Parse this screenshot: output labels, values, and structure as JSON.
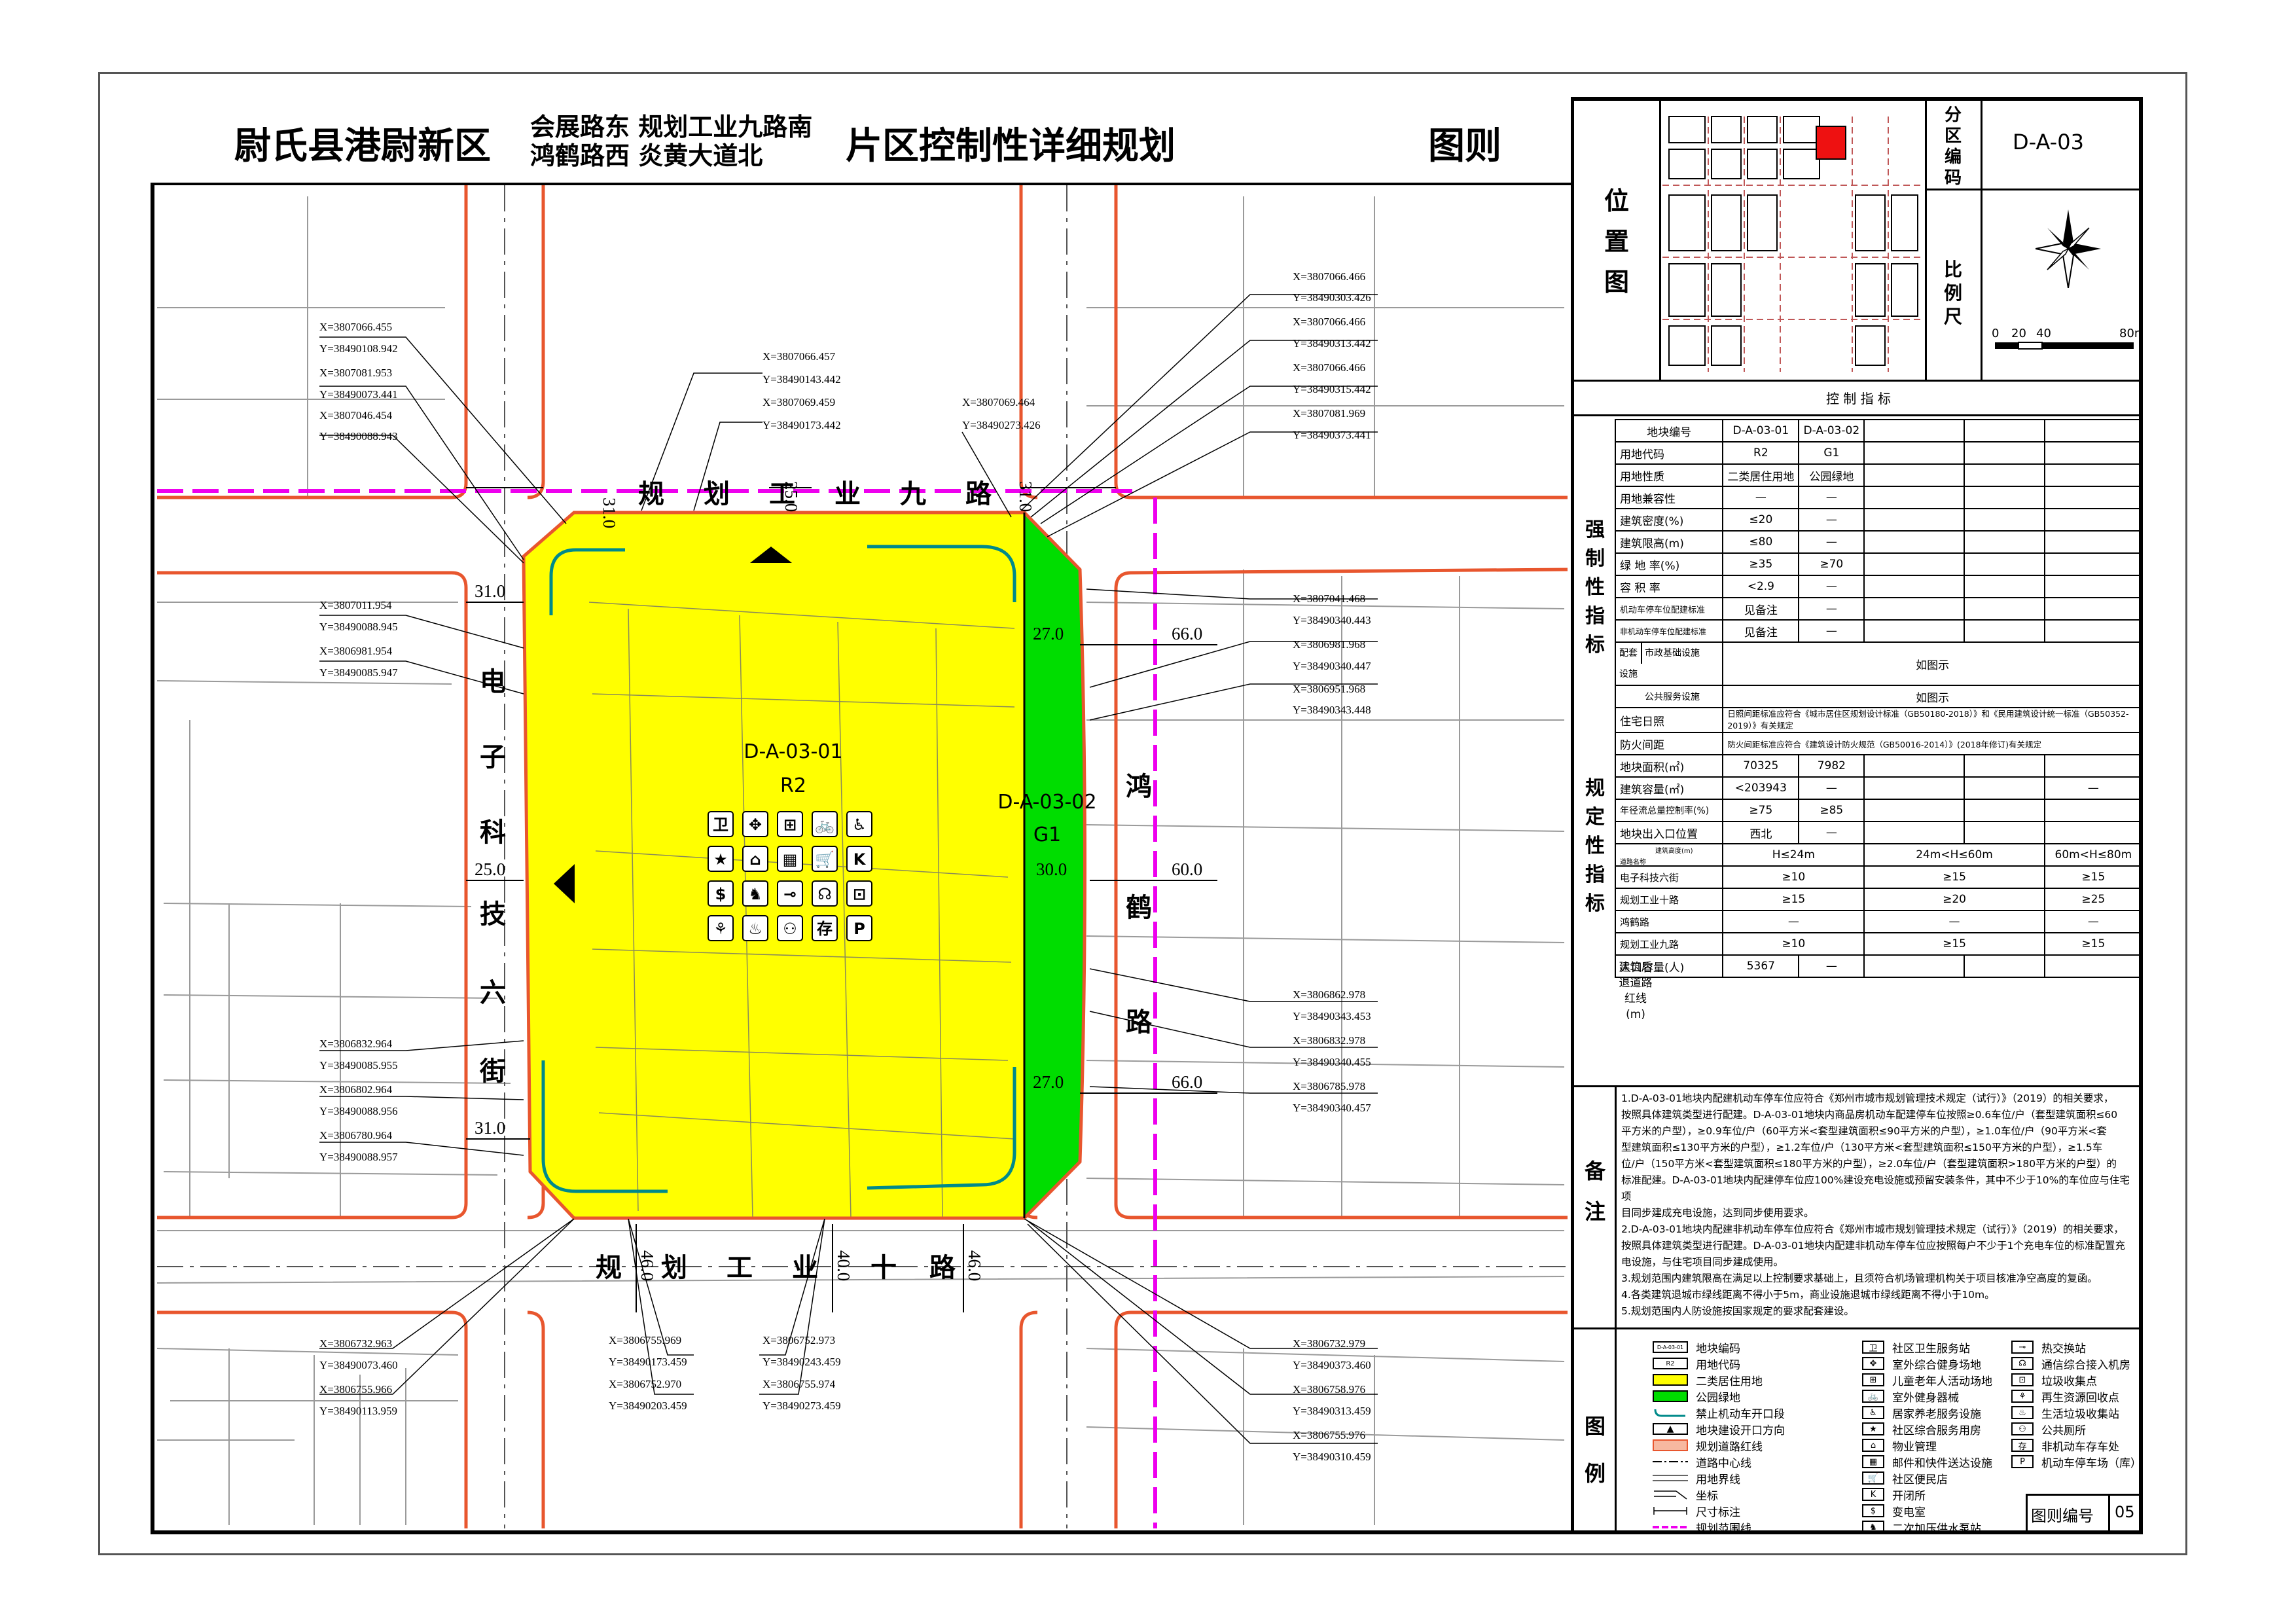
{
  "title": {
    "county": "尉氏县港尉新区",
    "loc_line1": "会展路东  规划工业九路南",
    "loc_line2": "鸿鹤路西  炎黄大道北",
    "plan_name": "片区控制性详细规划",
    "sheet_type": "图则"
  },
  "map": {
    "roads": {
      "north": [
        "规",
        "划",
        "工",
        "业",
        "九",
        "路"
      ],
      "south": [
        "规",
        "划",
        "工",
        "业",
        "十",
        "路"
      ],
      "west": [
        "电",
        "子",
        "科",
        "技",
        "六",
        "街"
      ],
      "east": [
        "鸿",
        "鹤",
        "路"
      ]
    },
    "dimensions": {
      "n_left": "31.0",
      "n_mid": "25.0",
      "n_right": "31.0",
      "w_top": "31.0",
      "w_mid": "25.0",
      "w_bot": "31.0",
      "e_top_in": "27.0",
      "e_top_out": "66.0",
      "e_mid_in": "30.0",
      "e_mid_out": "60.0",
      "e_bot_in": "27.0",
      "e_bot_out": "66.0",
      "s_left": "46.0",
      "s_mid": "40.0",
      "s_right": "46.0"
    },
    "parcels": {
      "r2_code": "D-A-03-01",
      "r2_use": "R2",
      "g1_code": "D-A-03-02",
      "g1_use": "G1"
    },
    "facility_icons": [
      "卫",
      "✥",
      "⊞",
      "🚲",
      "♿",
      "★",
      "⌂",
      "▦",
      "🛒",
      "K",
      "$",
      "♞",
      "⊸",
      "☊",
      "⊡",
      "⚘",
      "♨",
      "⚇",
      "存",
      "P"
    ],
    "coords": {
      "nw": [
        "X=3807066.455",
        "Y=38490108.942",
        "X=3807081.953",
        "Y=38490073.441",
        "X=3807046.454",
        "Y=38490088.943"
      ],
      "n_mid": [
        "X=3807066.457",
        "Y=38490143.442",
        "X=3807069.459",
        "Y=38490173.442"
      ],
      "n_right": [
        "X=3807069.464",
        "Y=38490273.426"
      ],
      "ne": [
        "X=3807066.466",
        "Y=38490303.426",
        "X=3807066.466",
        "Y=38490313.442",
        "X=3807066.466",
        "Y=38490315.442",
        "X=3807081.969",
        "Y=38490373.441"
      ],
      "w_top": [
        "X=3807011.954",
        "Y=38490088.945",
        "X=3806981.954",
        "Y=38490085.947"
      ],
      "e_top": [
        "X=3807041.468",
        "Y=38490340.443",
        "X=3806981.968",
        "Y=38490340.447",
        "X=3806951.968",
        "Y=38490343.448"
      ],
      "e_bot": [
        "X=3806862.978",
        "Y=38490343.453",
        "X=3806832.978",
        "Y=38490340.455",
        "X=3806785.978",
        "Y=38490340.457"
      ],
      "w_bot": [
        "X=3806832.964",
        "Y=38490085.955",
        "X=3806802.964",
        "Y=38490088.956",
        "X=3806780.964",
        "Y=38490088.957"
      ],
      "sw": [
        "X=3806732.963",
        "Y=38490073.460",
        "X=3806755.966",
        "Y=38490113.959"
      ],
      "s_left": [
        "X=3806755.969",
        "Y=38490173.459",
        "X=3806752.970",
        "Y=38490203.459"
      ],
      "s_mid": [
        "X=3806752.973",
        "Y=38490243.459",
        "X=3806755.974",
        "Y=38490273.459"
      ],
      "se": [
        "X=3806732.979",
        "Y=38490373.460",
        "X=3806758.976",
        "Y=38490313.459",
        "X=3806755.976",
        "Y=38490310.459"
      ]
    }
  },
  "location_panel": {
    "label": [
      "位",
      "置",
      "图"
    ],
    "zone_label": [
      "分",
      "区",
      "编",
      "码"
    ],
    "zone_code": "D-A-03",
    "scale_label": [
      "比",
      "例",
      "尺"
    ],
    "scale_ticks": [
      "0",
      "20",
      "40",
      "80m"
    ]
  },
  "indicators": {
    "title": "控 制 指 标",
    "header": {
      "label": "地块编号",
      "c1": "D-A-03-01",
      "c2": "D-A-03-02"
    },
    "mandatory_label": [
      "强",
      "制",
      "性",
      "指",
      "标"
    ],
    "mandatory": [
      {
        "label": "用地代码",
        "c1": "R2",
        "c2": "G1"
      },
      {
        "label": "用地性质",
        "c1": "二类居住用地",
        "c2": "公园绿地"
      },
      {
        "label": "用地兼容性",
        "c1": "—",
        "c2": "—"
      },
      {
        "label": "建筑密度(%)",
        "c1": "≤20",
        "c2": "—"
      },
      {
        "label": "建筑限高(m)",
        "c1": "≤80",
        "c2": "—"
      },
      {
        "label": "绿 地 率(%)",
        "c1": "≥35",
        "c2": "≥70"
      },
      {
        "label": "容 积 率",
        "c1": "<2.9",
        "c2": "—"
      },
      {
        "label": "机动车停车位配建标准",
        "c1": "见备注",
        "c2": "—"
      },
      {
        "label": "非机动车停车位配建标准",
        "c1": "见备注",
        "c2": "—"
      }
    ],
    "facility_group": "配套设施",
    "facility_rows": [
      {
        "label": "市政基础设施",
        "value": "如图示"
      },
      {
        "label": "公共服务设施",
        "value": "如图示"
      }
    ],
    "sunlight": {
      "label": "住宅日照",
      "value": "日照间距标准应符合《城市居住区规划设计标准（GB50180-2018）》和《民用建筑设计统一标准（GB50352-2019）》有关规定"
    },
    "fire": {
      "label": "防火间距",
      "value": "防火间距标准应符合《建筑设计防火规范（GB50016-2014）》(2018年修订)有关规定"
    },
    "regulatory_label": [
      "规",
      "定",
      "性",
      "指",
      "标"
    ],
    "regulatory": [
      {
        "label": "地块面积(㎡)",
        "c1": "70325",
        "c2": "7982"
      },
      {
        "label": "建筑容量(㎡)",
        "c1": "<203943",
        "c2": "—"
      },
      {
        "label": "年径流总量控制率(%)",
        "c1": "≥75",
        "c2": "≥85"
      },
      {
        "label": "地块出入口位置",
        "c1": "西北",
        "c2": "—"
      }
    ],
    "setback": {
      "group": "建筑后退道路红线(m)",
      "corner_top": "建筑高度(m)",
      "corner_bottom": "道路名称",
      "h_headers": [
        "H≤24m",
        "24m<H≤60m",
        "60m<H≤80m"
      ],
      "rows": [
        {
          "road": "电子科技六街",
          "v": [
            "≥10",
            "≥15",
            "≥15"
          ]
        },
        {
          "road": "规划工业十路",
          "v": [
            "≥15",
            "≥20",
            "≥25"
          ]
        },
        {
          "road": "鸿鹤路",
          "v": [
            "—",
            "—",
            "—"
          ]
        },
        {
          "road": "规划工业九路",
          "v": [
            "≥10",
            "≥15",
            "≥15"
          ]
        }
      ]
    },
    "population": {
      "label": "人口容量(人)",
      "c1": "5367",
      "c2": "—"
    }
  },
  "notes": {
    "label": [
      "备",
      "注"
    ],
    "lines": [
      "1.D-A-03-01地块内配建机动车停车位应符合《郑州市城市规划管理技术规定（试行）》（2019）的相关要求，",
      "按照具体建筑类型进行配建。D-A-03-01地块内商品房机动车配建停车位按照≥0.6车位/户（套型建筑面积≤60",
      "平方米的户型），≥0.9车位/户（60平方米<套型建筑面积≤90平方米的户型），≥1.0车位/户（90平方米<套",
      "型建筑面积≤130平方米的户型），≥1.2车位/户（130平方米<套型建筑面积≤150平方米的户型），≥1.5车",
      "位/户（150平方米<套型建筑面积≤180平方米的户型），≥2.0车位/户（套型建筑面积>180平方米的户型）的",
      "标准配建。D-A-03-01地块内配建停车位应100%建设充电设施或预留安装条件，其中不少于10%的车位应与住宅项",
      "目同步建成充电设施，达到同步使用要求。",
      "2.D-A-03-01地块内配建非机动车停车位应符合《郑州市城市规划管理技术规定（试行）》（2019）的相关要求，",
      "按照具体建筑类型进行配建。D-A-03-01地块内配建非机动车停车位应按照每户不少于1个充电车位的标准配置充",
      "电设施，与住宅项目同步建成使用。",
      "3.规划范围内建筑限高在满足以上控制要求基础上，且须符合机场管理机构关于项目核准净空高度的复函。",
      "4.各类建筑退城市绿线距离不得小于5m，商业设施退城市绿线距离不得小于10m。",
      "5.规划范围内人防设施按国家规定的要求配套建设。"
    ]
  },
  "legend": {
    "label": [
      "图",
      "例"
    ],
    "col1": [
      {
        "sym": "D-A-03-01",
        "text": "地块编码"
      },
      {
        "sym": "R2",
        "text": "用地代码"
      },
      {
        "sym": "",
        "text": "二类居住用地"
      },
      {
        "sym": "",
        "text": "公园绿地"
      },
      {
        "sym": "",
        "text": "禁止机动车开口段"
      },
      {
        "sym": "▲",
        "text": "地块建设开口方向"
      },
      {
        "sym": "",
        "text": "规划道路红线"
      },
      {
        "sym": "",
        "text": "道路中心线"
      },
      {
        "sym": "",
        "text": "用地界线"
      },
      {
        "sym": "",
        "text": "坐标"
      },
      {
        "sym": "",
        "text": "尺寸标注"
      },
      {
        "sym": "",
        "text": "规划范围线"
      }
    ],
    "col2": [
      {
        "sym": "卫",
        "text": "社区卫生服务站"
      },
      {
        "sym": "✥",
        "text": "室外综合健身场地"
      },
      {
        "sym": "⊞",
        "text": "儿童老年人活动场地"
      },
      {
        "sym": "🚲",
        "text": "室外健身器械"
      },
      {
        "sym": "♿",
        "text": "居家养老服务设施"
      },
      {
        "sym": "★",
        "text": "社区综合服务用房"
      },
      {
        "sym": "⌂",
        "text": "物业管理"
      },
      {
        "sym": "▦",
        "text": "邮件和快件送达设施"
      },
      {
        "sym": "🛒",
        "text": "社区便民店"
      },
      {
        "sym": "K",
        "text": "开闭所"
      },
      {
        "sym": "$",
        "text": "变电室"
      },
      {
        "sym": "♞",
        "text": "二次加压供水泵站"
      }
    ],
    "col3": [
      {
        "sym": "⊸",
        "text": "热交换站"
      },
      {
        "sym": "☊",
        "text": "通信综合接入机房"
      },
      {
        "sym": "⊡",
        "text": "垃圾收集点"
      },
      {
        "sym": "⚘",
        "text": "再生资源回收点"
      },
      {
        "sym": "♨",
        "text": "生活垃圾收集站"
      },
      {
        "sym": "⚇",
        "text": "公共厕所"
      },
      {
        "sym": "存",
        "text": "非机动车存车处"
      },
      {
        "sym": "P",
        "text": "机动车停车场（库）"
      }
    ]
  },
  "footer": {
    "label": "图则编号",
    "number": "05"
  },
  "colors": {
    "residential": "#ffff00",
    "park": "#00dd00",
    "red_line": "#e8562e",
    "plan_boundary": "#ee00ee",
    "zone_highlight": "#ee1111",
    "opening_arc": "#008a8a"
  }
}
